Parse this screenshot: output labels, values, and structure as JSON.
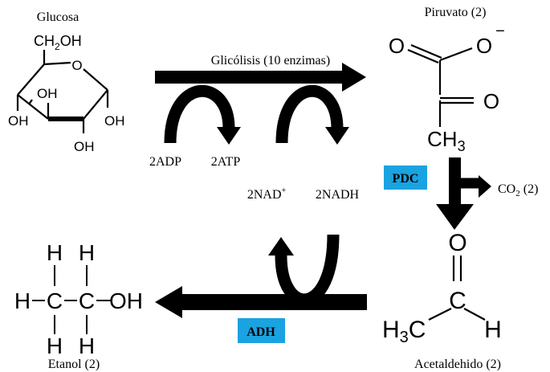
{
  "molecules": {
    "glucose": {
      "name": "Glucosa",
      "ch2oh": "CH",
      "ch2oh_sub": "2",
      "ch2oh_end": "OH",
      "ring_o": "O",
      "oh": "OH"
    },
    "pyruvate": {
      "name": "Piruvato (2)",
      "o1": "O",
      "o2": "O",
      "charge": "−",
      "o3": "O",
      "ch3": "CH",
      "ch3_sub": "3"
    },
    "acetaldehyde": {
      "name": "Acetaldehido (2)",
      "o": "O",
      "c": "C",
      "h": "H",
      "h3c": "H",
      "h3c_sub": "3",
      "h3c_c": "C"
    },
    "ethanol": {
      "name": "Etanol (2)",
      "h": "H",
      "c": "C",
      "oh": "OH"
    }
  },
  "steps": {
    "glycolysis": "Glicólisis (10 enzimas)",
    "adp": "2ADP",
    "atp": "2ATP",
    "nad": "2NAD",
    "nad_sup": "+",
    "nadh": "2NADH",
    "co2": "CO",
    "co2_sub": "2",
    "co2_count": " (2)"
  },
  "enzymes": {
    "pdc": "PDC",
    "adh": "ADH",
    "badge_color": "#1aa3e0"
  }
}
